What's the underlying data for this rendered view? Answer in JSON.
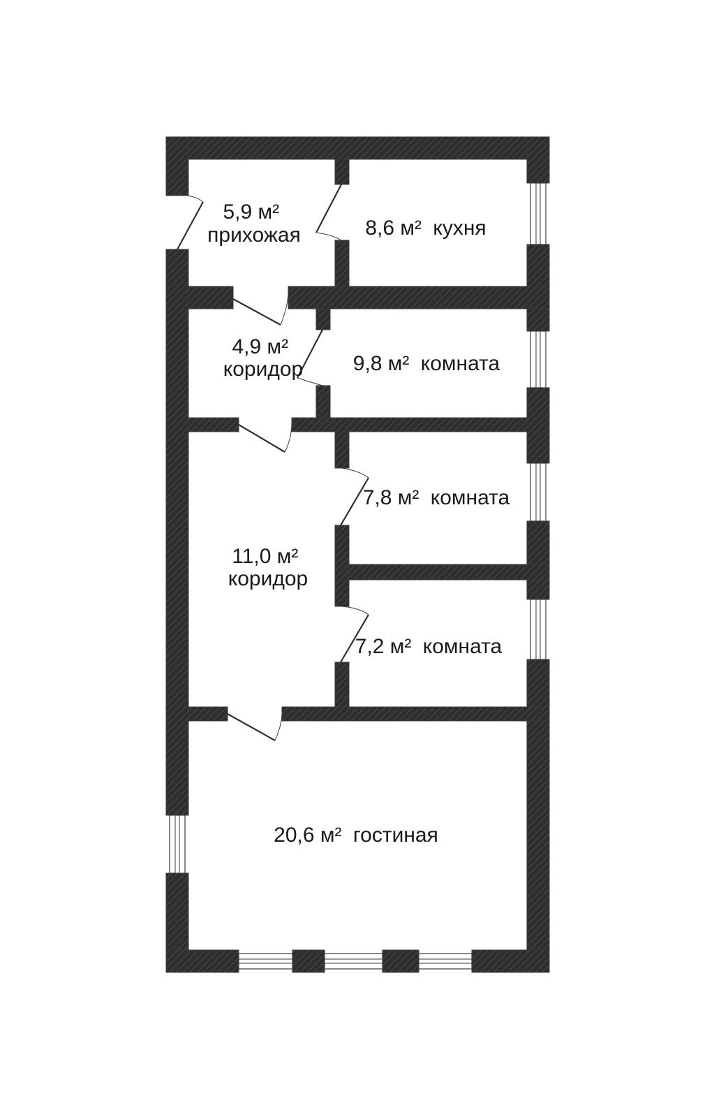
{
  "rooms": [
    {
      "id": "hall",
      "area": "5,9 м²",
      "name": "прихожая"
    },
    {
      "id": "kitchen",
      "area": "8,6 м²",
      "name": "кухня"
    },
    {
      "id": "corridor1",
      "area": "4,9 м²",
      "name": "коридор"
    },
    {
      "id": "room1",
      "area": "9,8 м²",
      "name": "комната"
    },
    {
      "id": "room2",
      "area": "7,8 м²",
      "name": "комната"
    },
    {
      "id": "corridor2",
      "area": "11,0 м²",
      "name": "коридор"
    },
    {
      "id": "room3",
      "area": "7,2 м²",
      "name": "комната"
    },
    {
      "id": "living",
      "area": "20,6 м²",
      "name": "гостиная"
    }
  ],
  "colors": {
    "wall": "#2e2e2e",
    "hatch": "#555555",
    "background": "#ffffff"
  }
}
